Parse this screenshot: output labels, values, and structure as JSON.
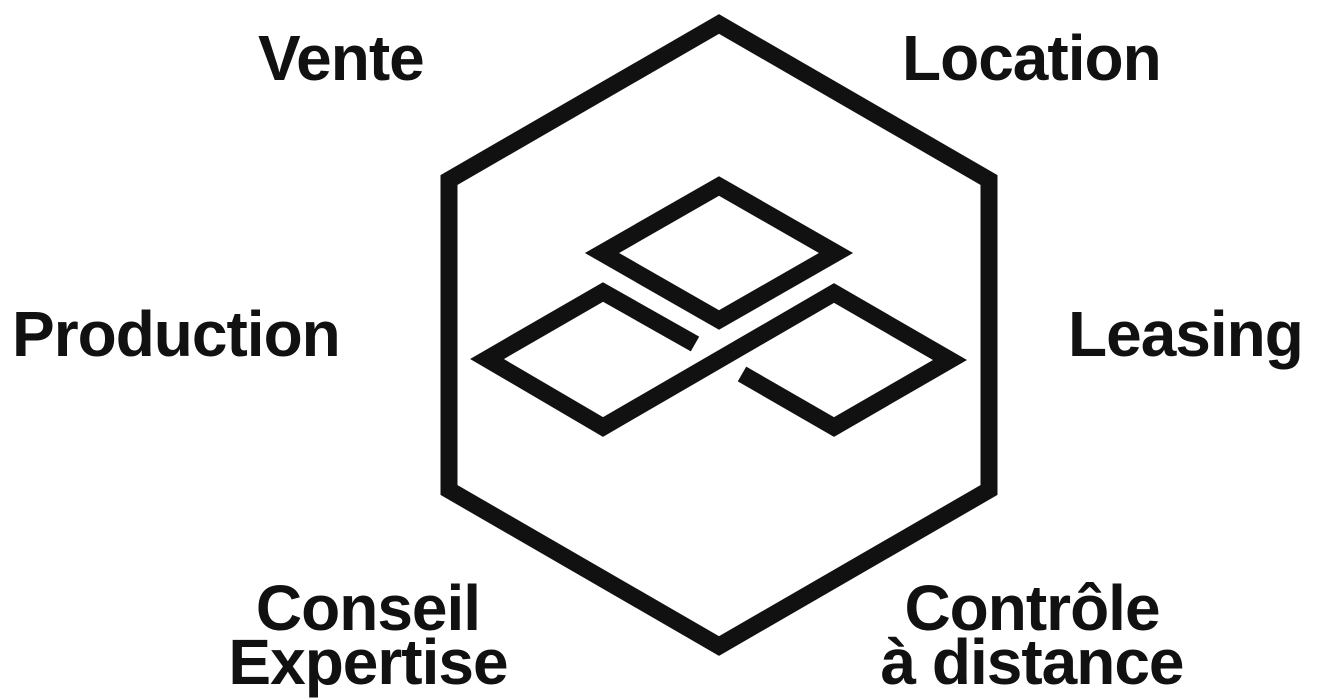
{
  "diagram": {
    "labels": {
      "vente": "Vente",
      "location": "Location",
      "production": "Production",
      "leasing": "Leasing",
      "conseil_line1": "Conseil",
      "conseil_line2": "Expertise",
      "controle_line1": "Contrôle",
      "controle_line2": "à distance"
    },
    "colors": {
      "ink": "#111111",
      "background": "#ffffff"
    },
    "icon": "hexagon-with-interlocked-diamonds-logo"
  }
}
